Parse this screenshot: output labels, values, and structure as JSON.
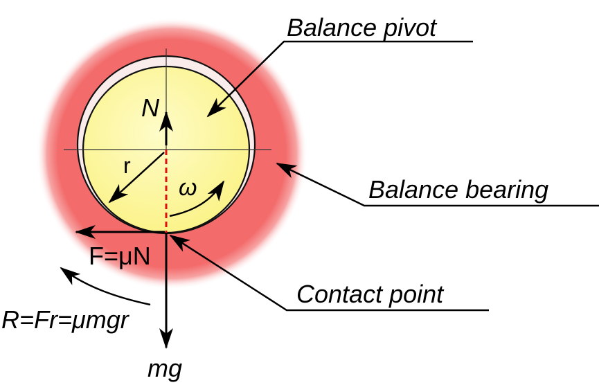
{
  "labels": {
    "balance_pivot": "Balance pivot",
    "balance_bearing": "Balance bearing",
    "contact_point": "Contact point",
    "normal_force": "N",
    "radius": "r",
    "angular_velocity": "ω",
    "friction_force": "F=μN",
    "resisting_torque": "R=Fr=μmgr",
    "weight": "mg"
  },
  "colors": {
    "bearing_glow": "#f36b6b",
    "pivot_fill": "#fdf79a",
    "contact_line": "#e01010",
    "ink": "#000000"
  }
}
